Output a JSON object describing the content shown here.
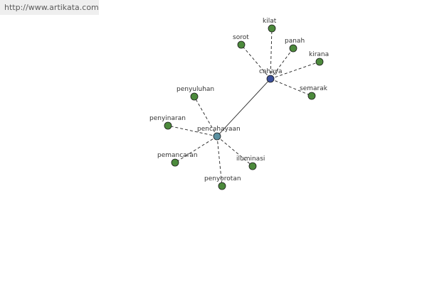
{
  "banner": {
    "url_text": "http://www.artikata.com"
  },
  "graph": {
    "colors": {
      "leaf": "#4c8a3c",
      "hub_primary": "#3a4f9a",
      "hub_secondary": "#5a90a0",
      "edge": "#222222"
    },
    "nodes": [
      {
        "id": "cahaya",
        "label": "cahaya",
        "kind": "hub_primary"
      },
      {
        "id": "pencahayaan",
        "label": "pencahayaan",
        "kind": "hub_secondary"
      },
      {
        "id": "kilat",
        "label": "kilat",
        "kind": "leaf"
      },
      {
        "id": "sorot",
        "label": "sorot",
        "kind": "leaf"
      },
      {
        "id": "panah",
        "label": "panah",
        "kind": "leaf"
      },
      {
        "id": "kirana",
        "label": "kirana",
        "kind": "leaf"
      },
      {
        "id": "semarak",
        "label": "semarak",
        "kind": "leaf"
      },
      {
        "id": "penyuluhan",
        "label": "penyuluhan",
        "kind": "leaf"
      },
      {
        "id": "penyinaran",
        "label": "penyinaran",
        "kind": "leaf"
      },
      {
        "id": "pemancaran",
        "label": "pemancaran",
        "kind": "leaf"
      },
      {
        "id": "penyorotan",
        "label": "penyorotan",
        "kind": "leaf"
      },
      {
        "id": "iluminasi",
        "label": "iluminasi",
        "kind": "leaf"
      }
    ],
    "edges": [
      {
        "from": "cahaya",
        "to": "pencahayaan",
        "style": "solid"
      },
      {
        "from": "cahaya",
        "to": "kilat",
        "style": "dashed"
      },
      {
        "from": "cahaya",
        "to": "sorot",
        "style": "dashed"
      },
      {
        "from": "cahaya",
        "to": "panah",
        "style": "dashed"
      },
      {
        "from": "cahaya",
        "to": "kirana",
        "style": "dashed"
      },
      {
        "from": "cahaya",
        "to": "semarak",
        "style": "dashed"
      },
      {
        "from": "pencahayaan",
        "to": "penyuluhan",
        "style": "dashed"
      },
      {
        "from": "pencahayaan",
        "to": "penyinaran",
        "style": "dashed"
      },
      {
        "from": "pencahayaan",
        "to": "pemancaran",
        "style": "dashed"
      },
      {
        "from": "pencahayaan",
        "to": "penyorotan",
        "style": "dashed"
      },
      {
        "from": "pencahayaan",
        "to": "iluminasi",
        "style": "dashed"
      }
    ]
  }
}
